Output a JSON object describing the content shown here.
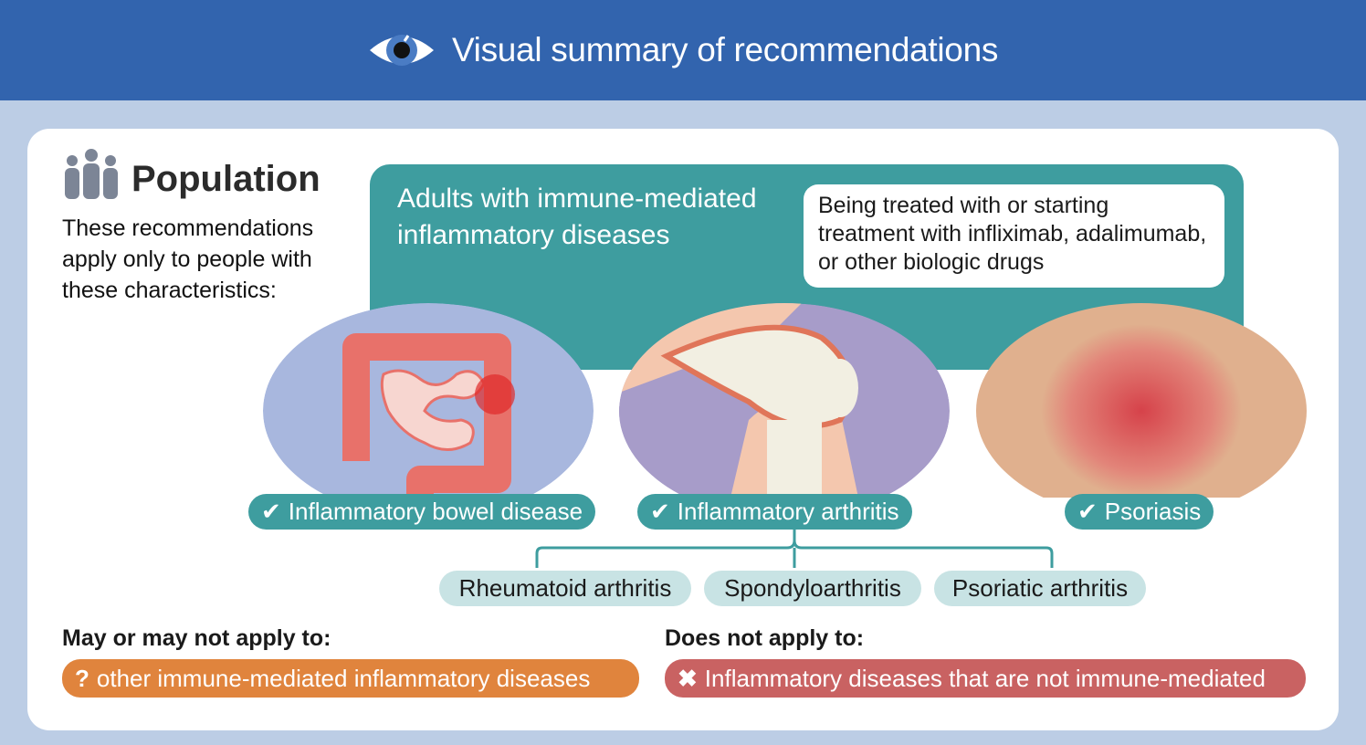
{
  "header": {
    "title": "Visual summary of recommendations",
    "icon": "eye-icon"
  },
  "population": {
    "title": "Population",
    "description": "These recommendations apply only to people with these characteristics:"
  },
  "main_group": {
    "title": "Adults with immune-mediated inflammatory diseases",
    "treatment": "Being treated with or starting treatment with infliximab, adalimumab, or other biologic drugs"
  },
  "conditions": [
    {
      "label": "Inflammatory bowel disease"
    },
    {
      "label": "Inflammatory arthritis"
    },
    {
      "label": "Psoriasis"
    }
  ],
  "arthritis_subtypes": [
    "Rheumatoid arthritis",
    "Spondyloarthritis",
    "Psoriatic arthritis"
  ],
  "maybe": {
    "heading": "May or may not apply to:",
    "item": "other immune-mediated inflammatory diseases"
  },
  "not_apply": {
    "heading": "Does not apply to:",
    "item": "Inflammatory diseases that are not immune-mediated"
  },
  "colors": {
    "header": "#3264ae",
    "teal": "#3e9d9f",
    "orange": "#e0843d",
    "red": "#c96262",
    "light_teal": "#c8e3e4"
  }
}
